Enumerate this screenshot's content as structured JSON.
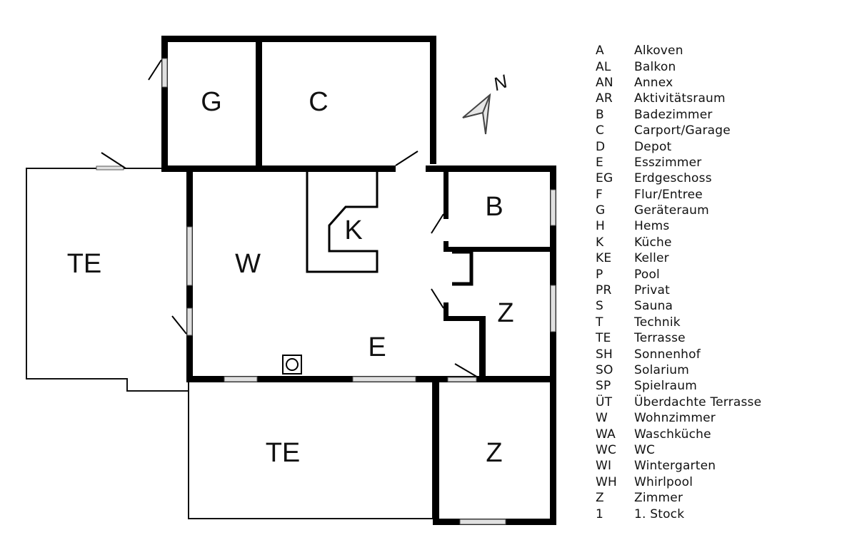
{
  "rooms": {
    "g": "G",
    "c": "C",
    "te_west": "TE",
    "w": "W",
    "k": "K",
    "b": "B",
    "z_east": "Z",
    "e": "E",
    "te_south": "TE",
    "z_south": "Z"
  },
  "north_label": "N",
  "legend": [
    {
      "code": "A",
      "name": "Alkoven"
    },
    {
      "code": "AL",
      "name": "Balkon"
    },
    {
      "code": "AN",
      "name": "Annex"
    },
    {
      "code": "AR",
      "name": "Aktivitätsraum"
    },
    {
      "code": "B",
      "name": "Badezimmer"
    },
    {
      "code": "C",
      "name": "Carport/Garage"
    },
    {
      "code": "D",
      "name": "Depot"
    },
    {
      "code": "E",
      "name": "Esszimmer"
    },
    {
      "code": "EG",
      "name": "Erdgeschoss"
    },
    {
      "code": "F",
      "name": "Flur/Entree"
    },
    {
      "code": "G",
      "name": "Geräteraum"
    },
    {
      "code": "H",
      "name": "Hems"
    },
    {
      "code": "K",
      "name": "Küche"
    },
    {
      "code": "KE",
      "name": "Keller"
    },
    {
      "code": "P",
      "name": "Pool"
    },
    {
      "code": "PR",
      "name": "Privat"
    },
    {
      "code": "S",
      "name": "Sauna"
    },
    {
      "code": "T",
      "name": "Technik"
    },
    {
      "code": "TE",
      "name": "Terrasse"
    },
    {
      "code": "SH",
      "name": "Sonnenhof"
    },
    {
      "code": "SO",
      "name": "Solarium"
    },
    {
      "code": "SP",
      "name": "Spielraum"
    },
    {
      "code": "ÜT",
      "name": "Überdachte Terrasse"
    },
    {
      "code": "W",
      "name": "Wohnzimmer"
    },
    {
      "code": "WA",
      "name": "Waschküche"
    },
    {
      "code": "WC",
      "name": "WC"
    },
    {
      "code": "WI",
      "name": "Wintergarten"
    },
    {
      "code": "WH",
      "name": "Whirlpool"
    },
    {
      "code": "Z",
      "name": "Zimmer"
    },
    {
      "code": "1",
      "name": "1. Stock"
    }
  ],
  "colors": {
    "wall": "#000000",
    "thin_line": "#111111",
    "window": "#d9d9d9",
    "background": "#ffffff"
  }
}
